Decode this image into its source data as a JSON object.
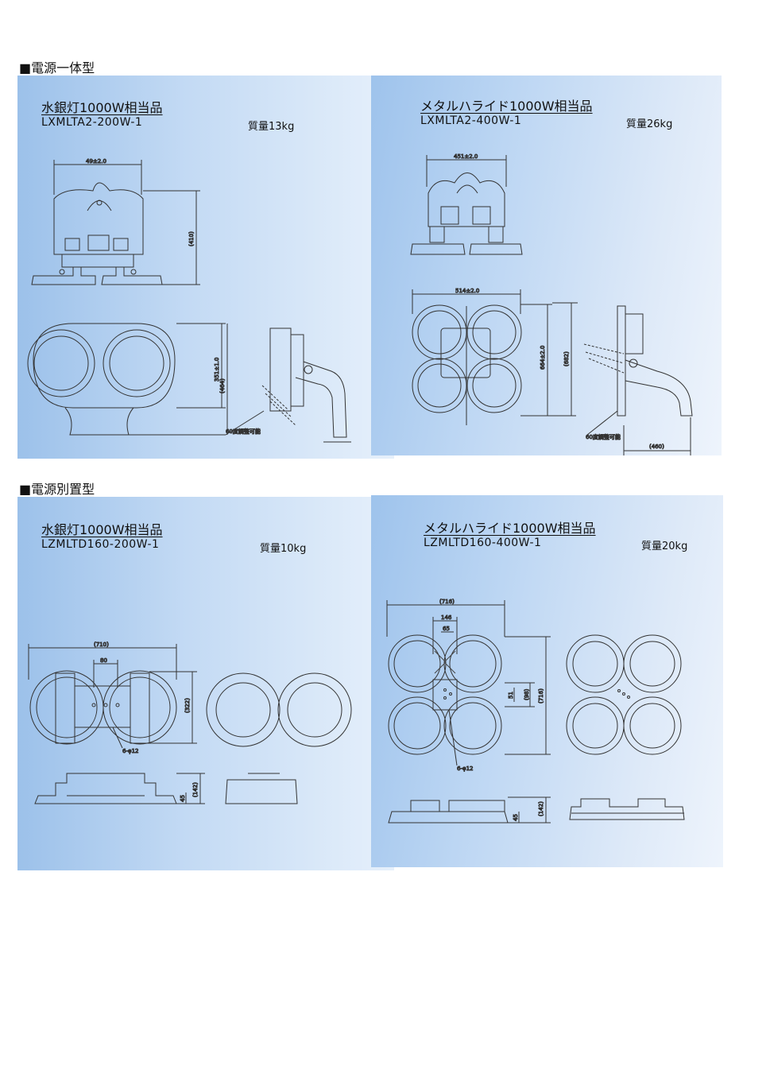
{
  "sections": [
    {
      "heading": "■電源一体型",
      "panels": [
        {
          "title": "水銀灯1000W相当品",
          "model": "LXMLTA2-200W-1",
          "weight": "質量13kg",
          "dims": {
            "width_top": "49±2.0",
            "height_top": "(410)",
            "height_front": "351±1.0",
            "height_total": "(464)",
            "angle_note": "60度調整可能"
          }
        },
        {
          "title": "メタルハライド1000W相当品",
          "model": "LXMLTA2-400W-1",
          "weight": "質量26kg",
          "dims": {
            "width_top": "451±2.0",
            "width_front": "514±2.0",
            "height_front": "664±2.0",
            "height_total": "(682)",
            "angle_note": "60度調整可能",
            "depth_side": "(460)"
          }
        }
      ]
    },
    {
      "heading": "■電源別置型",
      "panels": [
        {
          "title": "水銀灯1000W相当品",
          "model": "LZMLTD160-200W-1",
          "weight": "質量10kg",
          "dims": {
            "width_top": "(710)",
            "pitch": "80",
            "height_top": "(322)",
            "hole": "6-φ12",
            "height_side": "(142)",
            "base_height": "45"
          }
        },
        {
          "title": "メタルハライド1000W相当品",
          "model": "LZMLTD160-400W-1",
          "weight": "質量20kg",
          "dims": {
            "width_top": "(716)",
            "pitch_a": "146",
            "pitch_b": "65",
            "height_top": "(716)",
            "inner_a": "(98)",
            "inner_b": "51",
            "hole": "6-φ12",
            "height_side": "(142)",
            "base_height": "45"
          }
        }
      ]
    }
  ]
}
